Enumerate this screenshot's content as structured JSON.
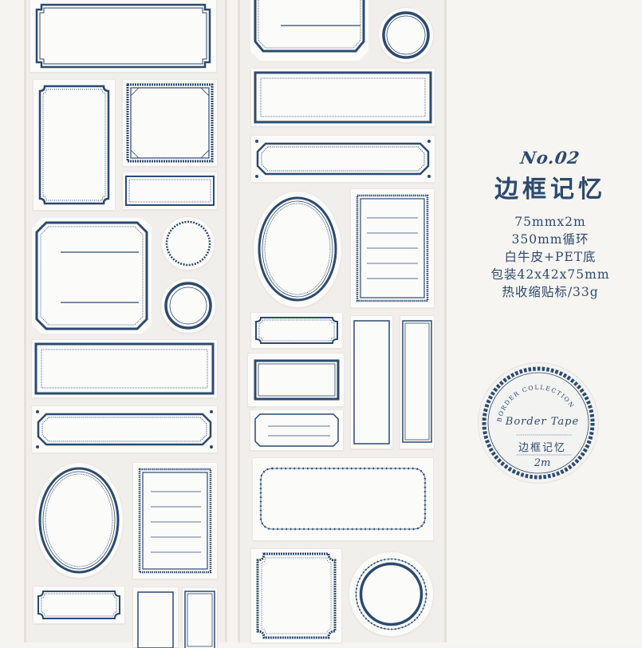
{
  "product": {
    "number": "No.02",
    "title": "边框记忆",
    "specs": [
      "75mmx2m",
      "350mm循环",
      "白牛皮+PET底",
      "包装42x42x75mm",
      "热收缩贴标/33g"
    ]
  },
  "badge": {
    "arc_text": "BORDER COLLECTION",
    "script_text": "Border Tape",
    "title": "边框记忆",
    "length": "2m"
  },
  "colors": {
    "ink": "#2c4a6e",
    "paper": "#fbfbfa",
    "background": "#f6f4f1"
  }
}
